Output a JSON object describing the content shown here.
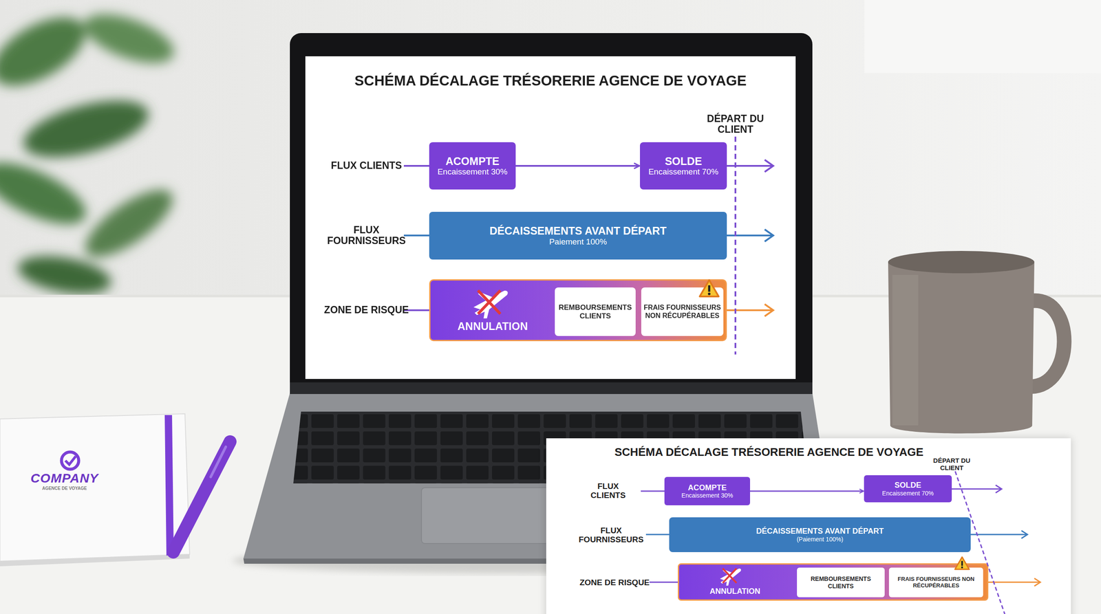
{
  "diagram": {
    "title": "SCHÉMA DÉCALAGE TRÉSORERIE AGENCE DE VOYAGE",
    "nodes": [
      {
        "text": [
          "ACOMPTE",
          "Encaissement 30%"
        ]
      },
      {
        "text": [
          "SOLDE",
          "Encaissement 70%"
        ]
      },
      {
        "text": [
          "DÉCAISSEMENTS AVANT DÉPART",
          "Paiement 100%"
        ]
      },
      {
        "text": [
          "ANNULATION"
        ]
      },
      {
        "text": [
          "REMBOURSEMENTS CLIENTS"
        ],
        "in": 3
      },
      {
        "text": [
          "FRAIS FOURNISSEURS NON RÉCUPÉRABLES"
        ],
        "in": 3
      },
      {
        "text": [
          "ACOMPTE",
          "Encaissement 30%"
        ]
      },
      {
        "text": [
          "SOLDE",
          "Encaissement 70%"
        ]
      },
      {
        "text": [
          "DÉCAISSEMENTS AVANT DÉPART",
          "(Paiement 100%)"
        ]
      },
      {
        "text": [
          "ANNULATION"
        ]
      },
      {
        "text": [
          "REMBOURSEMENTS CLIENTS"
        ],
        "in": 9
      },
      {
        "text": [
          "FRAIS FOURNISSEURS NON RÉCUPÉRABLES"
        ],
        "in": 9
      }
    ],
    "edges": [
      {
        "from": 0,
        "to": 1,
        "arrow": "to"
      },
      {
        "from": 6,
        "to": 7,
        "arrow": "to"
      }
    ],
    "labels": [
      "FLUX CLIENTS",
      "FLUX FOURNISSEURS",
      "ZONE DE RISQUE",
      "DÉPART DU CLIENT",
      "SCHÉMA DÉCALAGE TRÉSORERIE AGENCE DE VOYAGE",
      "DÉPART DU CLIENT",
      "FLUX CLIENTS",
      "FLUX FOURNISSEURS",
      "ZONE DE RISQUE",
      "COMPANY",
      "AGENCE DE VOYAGE"
    ]
  }
}
